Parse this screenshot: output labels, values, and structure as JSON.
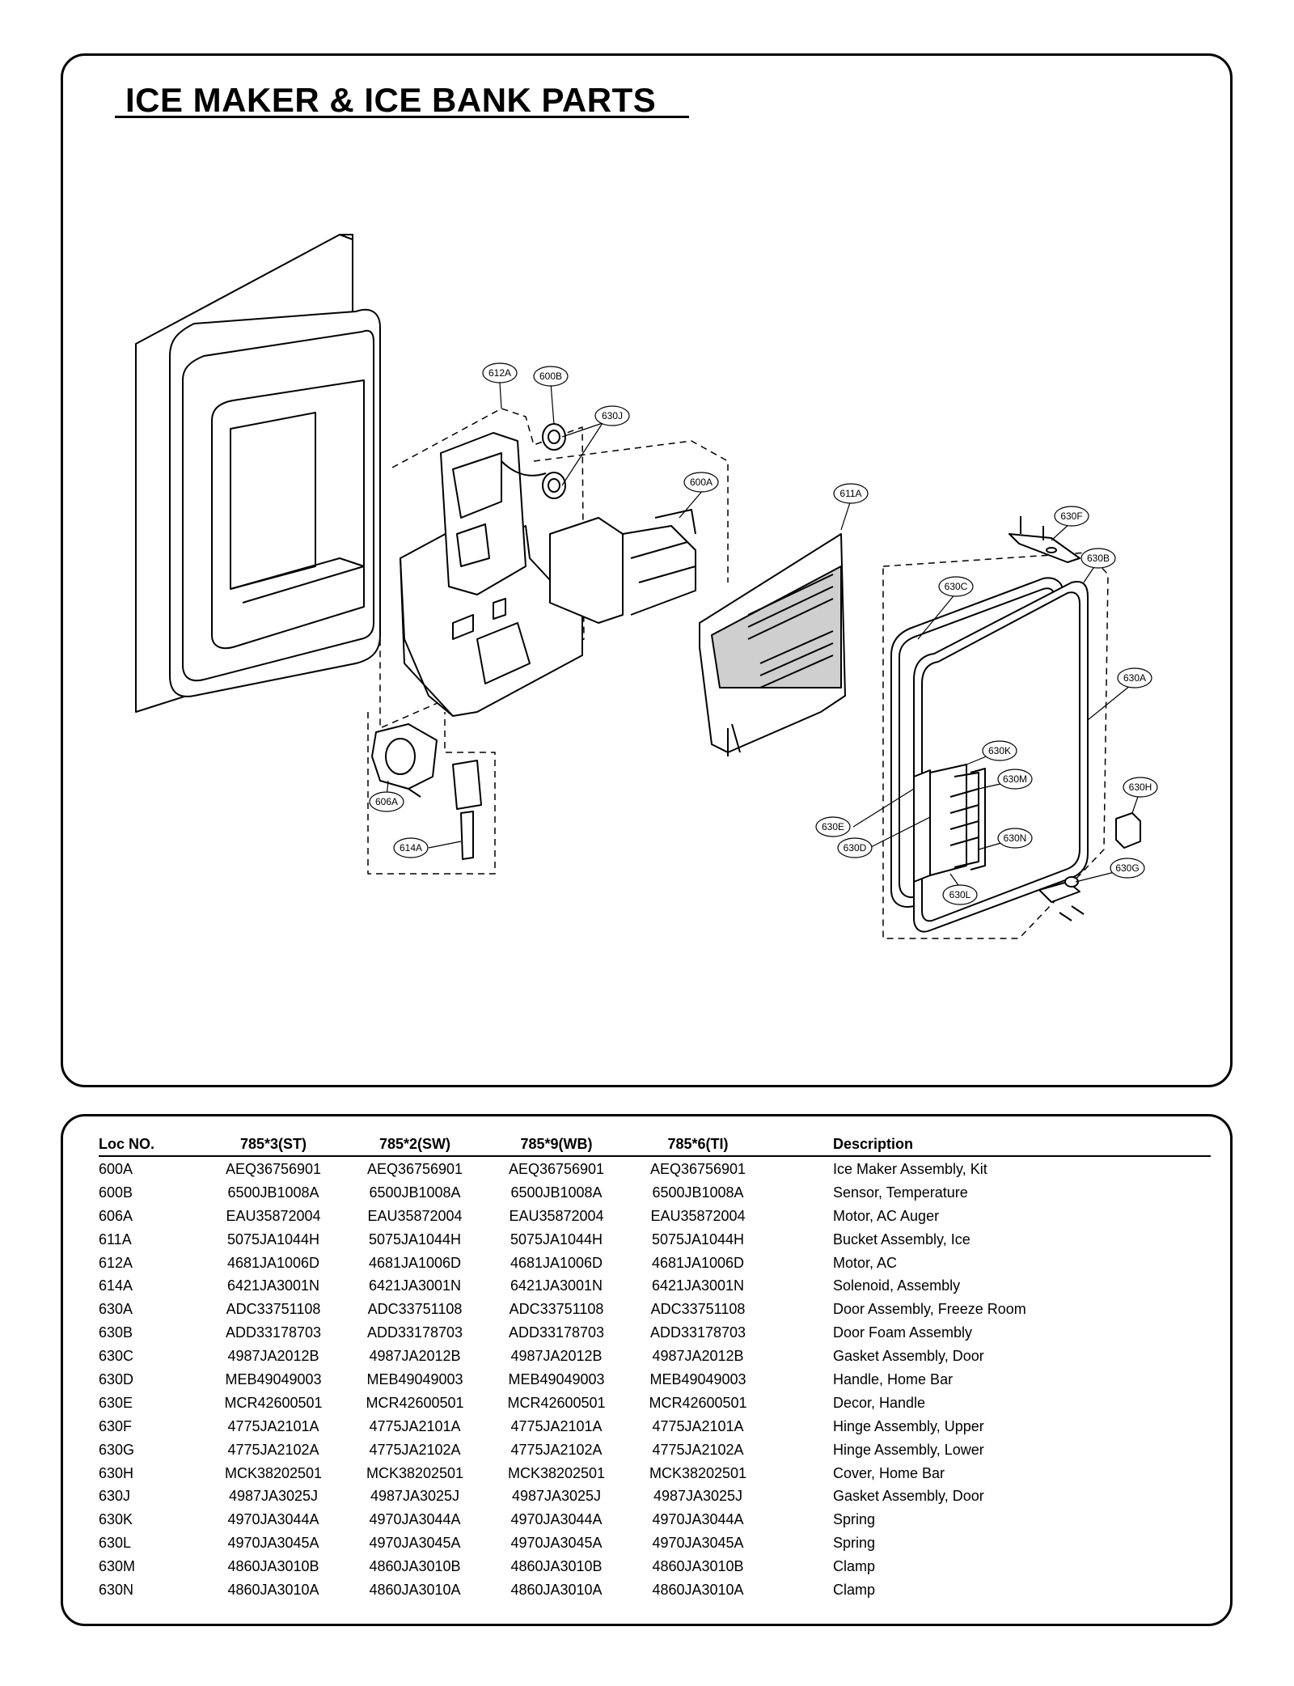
{
  "title": "ICE MAKER & ICE BANK PARTS",
  "callouts": [
    "612A",
    "600B",
    "630J",
    "600A",
    "611A",
    "630F",
    "630B",
    "630C",
    "630A",
    "630K",
    "630M",
    "630H",
    "630E",
    "630D",
    "630N",
    "630G",
    "630L",
    "606A",
    "614A"
  ],
  "table": {
    "headers": {
      "loc": "Loc NO.",
      "p1": "785*3(ST)",
      "p2": "785*2(SW)",
      "p3": "785*9(WB)",
      "p4": "785*6(TI)",
      "desc": "Description"
    },
    "rows": [
      {
        "loc": "600A",
        "p1": "AEQ36756901",
        "p2": "AEQ36756901",
        "p3": "AEQ36756901",
        "p4": "AEQ36756901",
        "desc": "Ice Maker Assembly, Kit"
      },
      {
        "loc": "600B",
        "p1": "6500JB1008A",
        "p2": "6500JB1008A",
        "p3": "6500JB1008A",
        "p4": "6500JB1008A",
        "desc": "Sensor, Temperature"
      },
      {
        "loc": "606A",
        "p1": "EAU35872004",
        "p2": "EAU35872004",
        "p3": "EAU35872004",
        "p4": "EAU35872004",
        "desc": "Motor, AC Auger"
      },
      {
        "loc": "611A",
        "p1": "5075JA1044H",
        "p2": "5075JA1044H",
        "p3": "5075JA1044H",
        "p4": "5075JA1044H",
        "desc": "Bucket Assembly, Ice"
      },
      {
        "loc": "612A",
        "p1": "4681JA1006D",
        "p2": "4681JA1006D",
        "p3": "4681JA1006D",
        "p4": "4681JA1006D",
        "desc": "Motor, AC"
      },
      {
        "loc": "614A",
        "p1": "6421JA3001N",
        "p2": "6421JA3001N",
        "p3": "6421JA3001N",
        "p4": "6421JA3001N",
        "desc": "Solenoid, Assembly"
      },
      {
        "loc": "630A",
        "p1": "ADC33751108",
        "p2": "ADC33751108",
        "p3": "ADC33751108",
        "p4": "ADC33751108",
        "desc": "Door Assembly, Freeze Room"
      },
      {
        "loc": "630B",
        "p1": "ADD33178703",
        "p2": "ADD33178703",
        "p3": "ADD33178703",
        "p4": "ADD33178703",
        "desc": "Door Foam Assembly"
      },
      {
        "loc": "630C",
        "p1": "4987JA2012B",
        "p2": "4987JA2012B",
        "p3": "4987JA2012B",
        "p4": "4987JA2012B",
        "desc": "Gasket Assembly, Door"
      },
      {
        "loc": "630D",
        "p1": "MEB49049003",
        "p2": "MEB49049003",
        "p3": "MEB49049003",
        "p4": "MEB49049003",
        "desc": "Handle, Home Bar"
      },
      {
        "loc": "630E",
        "p1": "MCR42600501",
        "p2": "MCR42600501",
        "p3": "MCR42600501",
        "p4": "MCR42600501",
        "desc": "Decor, Handle"
      },
      {
        "loc": "630F",
        "p1": "4775JA2101A",
        "p2": "4775JA2101A",
        "p3": "4775JA2101A",
        "p4": "4775JA2101A",
        "desc": "Hinge Assembly, Upper"
      },
      {
        "loc": "630G",
        "p1": "4775JA2102A",
        "p2": "4775JA2102A",
        "p3": "4775JA2102A",
        "p4": "4775JA2102A",
        "desc": "Hinge Assembly, Lower"
      },
      {
        "loc": "630H",
        "p1": "MCK38202501",
        "p2": "MCK38202501",
        "p3": "MCK38202501",
        "p4": "MCK38202501",
        "desc": "Cover, Home Bar"
      },
      {
        "loc": "630J",
        "p1": "4987JA3025J",
        "p2": "4987JA3025J",
        "p3": "4987JA3025J",
        "p4": "4987JA3025J",
        "desc": "Gasket Assembly, Door"
      },
      {
        "loc": "630K",
        "p1": "4970JA3044A",
        "p2": "4970JA3044A",
        "p3": "4970JA3044A",
        "p4": "4970JA3044A",
        "desc": "Spring"
      },
      {
        "loc": "630L",
        "p1": "4970JA3045A",
        "p2": "4970JA3045A",
        "p3": "4970JA3045A",
        "p4": "4970JA3045A",
        "desc": "Spring"
      },
      {
        "loc": "630M",
        "p1": "4860JA3010B",
        "p2": "4860JA3010B",
        "p3": "4860JA3010B",
        "p4": "4860JA3010B",
        "desc": "Clamp"
      },
      {
        "loc": "630N",
        "p1": "4860JA3010A",
        "p2": "4860JA3010A",
        "p3": "4860JA3010A",
        "p4": "4860JA3010A",
        "desc": "Clamp"
      }
    ]
  }
}
